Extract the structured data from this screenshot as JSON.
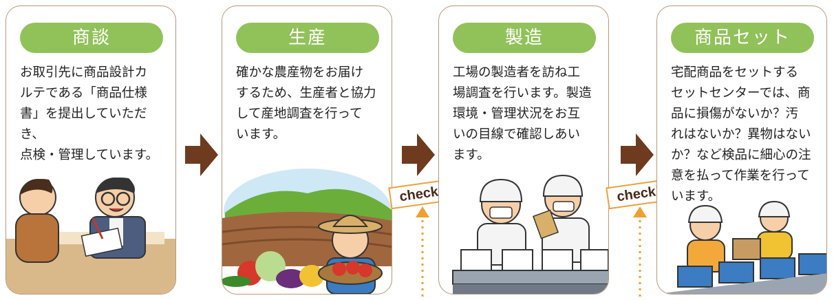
{
  "steps": [
    {
      "title": "商談",
      "lines": [
        "お取引先に商品設計カ",
        "ルテである「商品仕様",
        "書」を提出していただき、",
        "点検・管理しています。"
      ]
    },
    {
      "title": "生産",
      "lines": [
        "確かな農産物をお届け",
        "するため、生産者と協力",
        "して産地調査を行って",
        "います。"
      ]
    },
    {
      "title": "製造",
      "lines": [
        "工場の製造者を訪ね工",
        "場調査を行います。製造",
        "環境・管理状況をお互",
        "いの目線で確認しあい",
        "ます。"
      ]
    },
    {
      "title": "商品セット",
      "lines": [
        "宅配商品をセットする",
        "セットセンターでは、商",
        "品に損傷がないか？汚",
        "れはないか？異物はない",
        "か？など検品に細心の注",
        "意を払って作業を行って",
        "います。"
      ]
    }
  ],
  "check_labels": [
    "check!",
    "check!"
  ],
  "colors": {
    "title_bg": "#91c25a",
    "arrow": "#6e3b1f",
    "card_border": "#b7977a",
    "check_border": "#e9a23b",
    "dotted_arrow": "#f0a030"
  }
}
